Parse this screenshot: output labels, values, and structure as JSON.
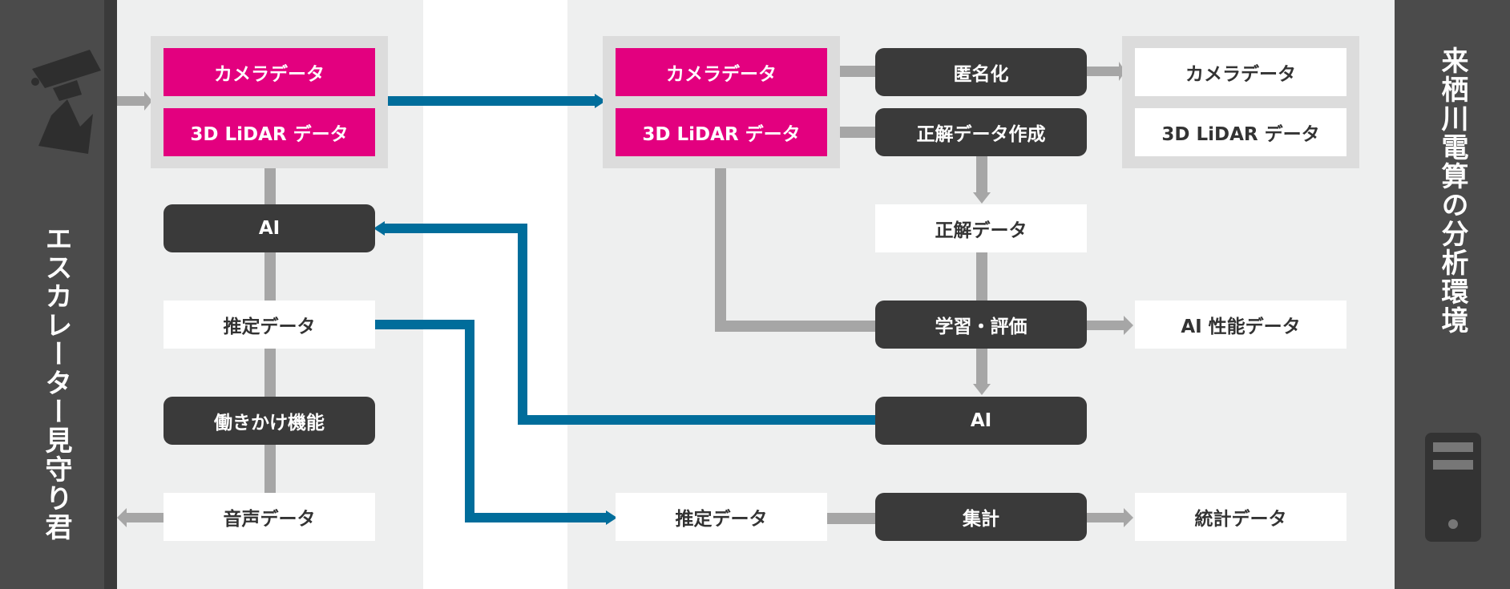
{
  "colors": {
    "sidebar": "#4b4b4b",
    "panel": "#eeefef",
    "gap": "#ffffff",
    "pink": "#e3007f",
    "dark_box": "#3a3a3a",
    "gray_connector": "#a6a6a6",
    "blue_connector": "#006d9b"
  },
  "left_sidebar": {
    "title": "エスカレーター見守り君",
    "icon": "security-camera-icon"
  },
  "right_sidebar": {
    "title": "来栖川電算の分析環境",
    "icon": "server-tower-icon"
  },
  "left_panel": {
    "camera_data": "カメラデータ",
    "lidar_data": "3D LiDAR データ",
    "ai": "AI",
    "estimated_data": "推定データ",
    "action_function": "働きかけ機能",
    "audio_data": "音声データ"
  },
  "right_panel": {
    "camera_data": "カメラデータ",
    "lidar_data": "3D LiDAR データ",
    "anonymize": "匿名化",
    "annotation": "正解データ作成",
    "anon_camera_data": "カメラデータ",
    "anon_lidar_data": "3D LiDAR データ",
    "ground_truth": "正解データ",
    "train_eval": "学習・評価",
    "ai_performance": "AI 性能データ",
    "ai": "AI",
    "estimated_data": "推定データ",
    "aggregate": "集計",
    "statistics": "統計データ"
  }
}
